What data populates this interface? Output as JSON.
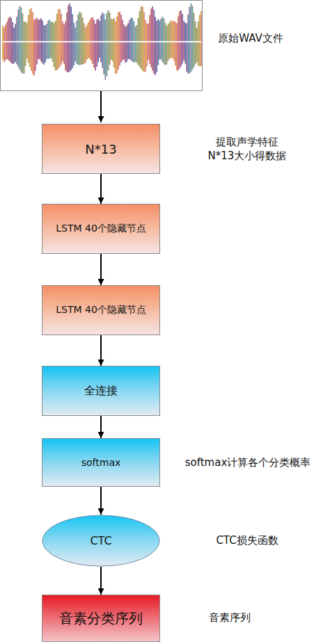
{
  "diagram": {
    "nodes": [
      {
        "text": [
          "N*13"
        ]
      },
      {
        "text": [
          "LSTM 40个隐藏节点"
        ]
      },
      {
        "text": [
          "LSTM 40个隐藏节点"
        ]
      },
      {
        "text": [
          "全连接"
        ]
      },
      {
        "text": [
          "softmax"
        ]
      },
      {
        "text": [
          "CTC"
        ]
      },
      {
        "text": [
          "音素分类序列"
        ]
      }
    ],
    "edges": [
      {
        "from": 0,
        "to": 1,
        "arrow": "to"
      },
      {
        "from": 1,
        "to": 2,
        "arrow": "to"
      },
      {
        "from": 2,
        "to": 3,
        "arrow": "to"
      },
      {
        "from": 3,
        "to": 4,
        "arrow": "to"
      },
      {
        "from": 4,
        "to": 5,
        "arrow": "to"
      },
      {
        "from": 5,
        "to": 6,
        "arrow": "to"
      }
    ],
    "labels": [
      "原始WAV文件",
      "提取声学特征 N*13大小得数据",
      "softmax计算各个分类概率",
      "CTC损失函数",
      "音素序列"
    ]
  }
}
